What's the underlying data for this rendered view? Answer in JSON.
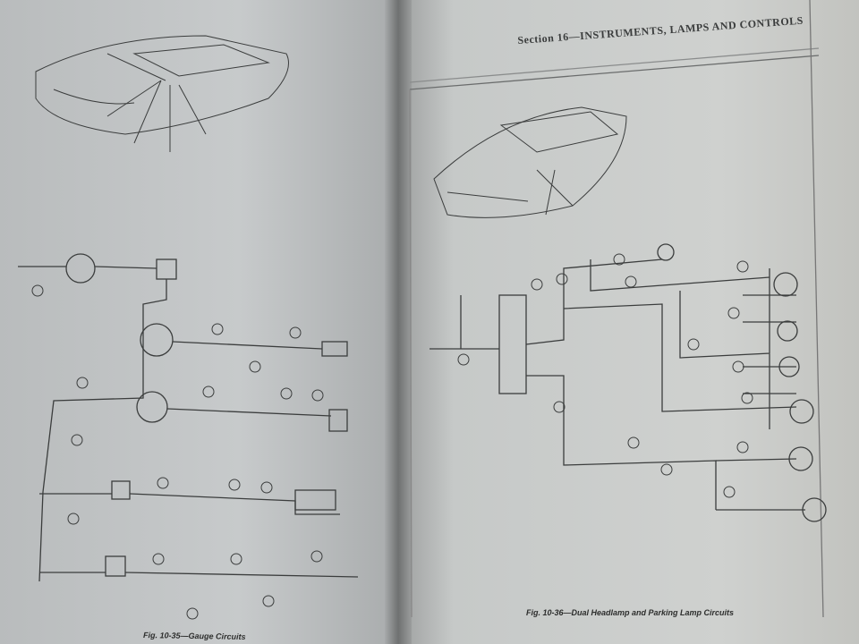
{
  "right_page": {
    "section_header": "Section 16—INSTRUMENTS, LAMPS AND CONTROLS",
    "figure_caption": "Fig. 10-36—Dual Headlamp and Parking Lamp Circuits"
  },
  "left_page": {
    "figure_caption": "Fig. 10-35—Gauge Circuits"
  }
}
